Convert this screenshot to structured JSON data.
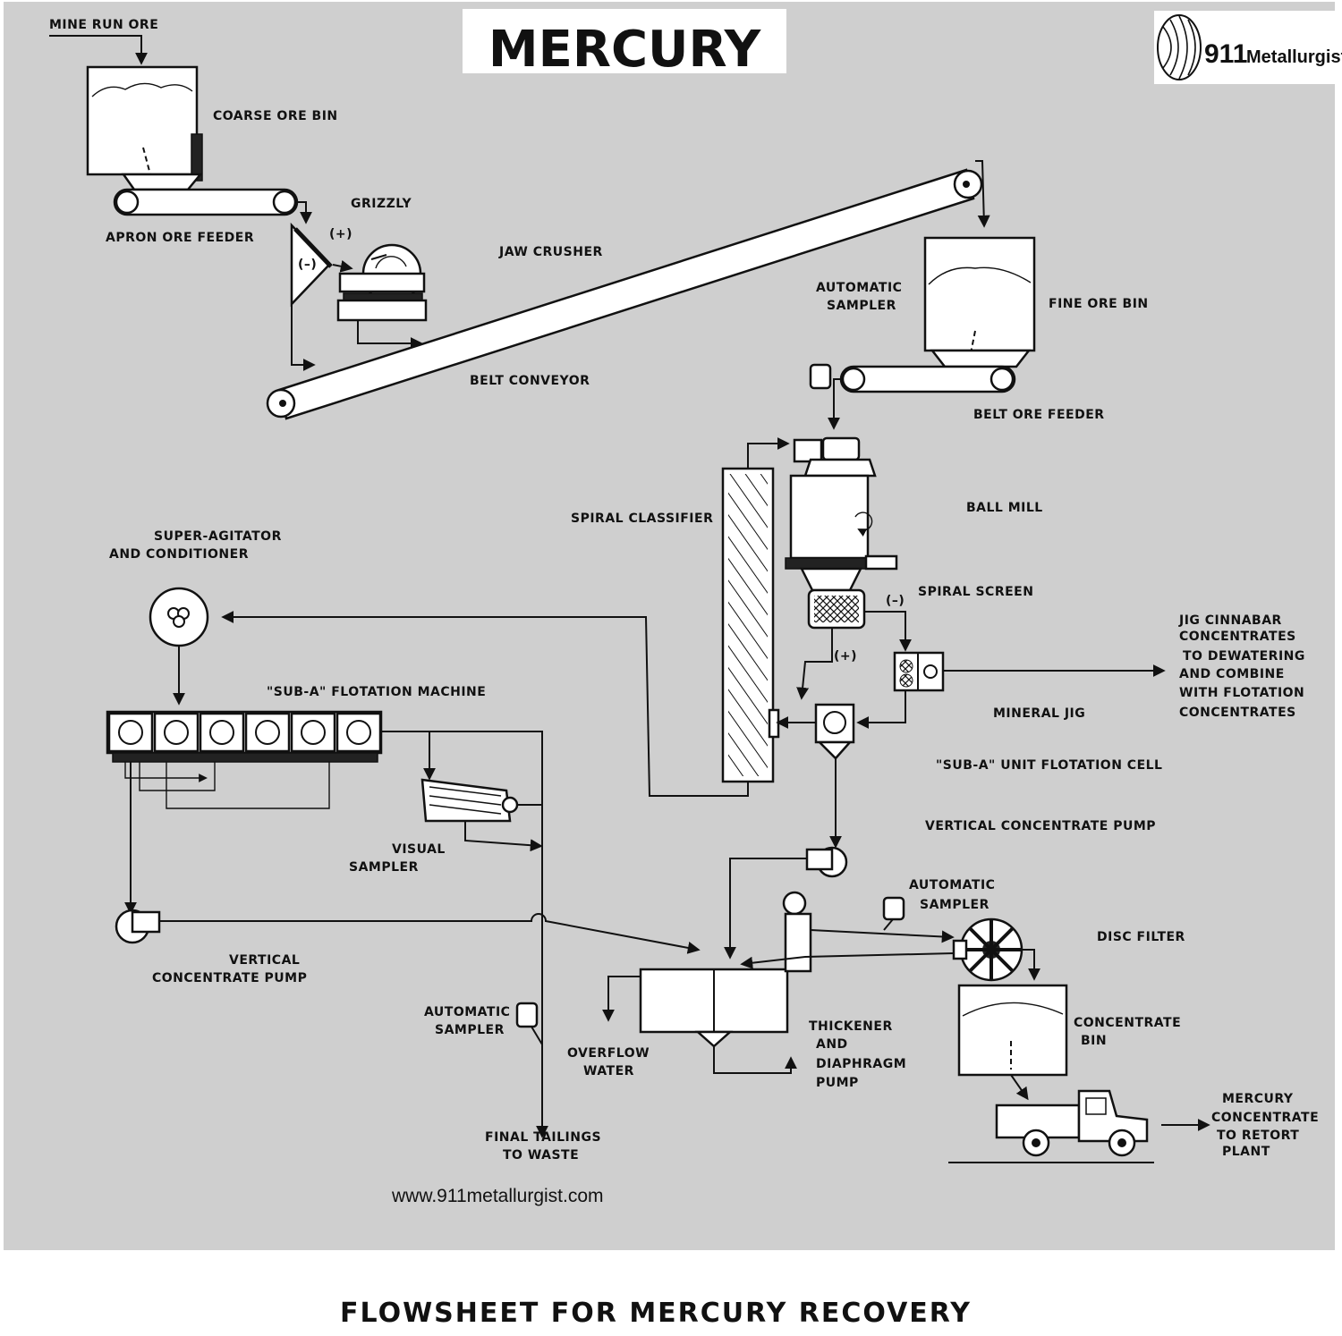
{
  "title": "MERCURY",
  "caption": "FLOWSHEET FOR MERCURY RECOVERY",
  "website": "www.911metallurgist.com",
  "logo": {
    "number": "911",
    "word": "Metallurgist"
  },
  "labels": {
    "mine_run_ore": "MINE RUN ORE",
    "coarse_ore_bin": "COARSE ORE BIN",
    "grizzly": "GRIZZLY",
    "apron_ore_feeder": "APRON ORE FEEDER",
    "jaw_crusher": "JAW CRUSHER",
    "belt_conveyor": "BELT CONVEYOR",
    "automatic_sampler_1_l1": "AUTOMATIC",
    "automatic_sampler_1_l2": "SAMPLER",
    "fine_ore_bin": "FINE ORE BIN",
    "belt_ore_feeder": "BELT ORE FEEDER",
    "spiral_classifier": "SPIRAL CLASSIFIER",
    "ball_mill": "BALL MILL",
    "spiral_screen": "SPIRAL SCREEN",
    "super_agitator_l1": "SUPER-AGITATOR",
    "super_agitator_l2": "AND CONDITIONER",
    "jig_l1": "JIG   CINNABAR",
    "jig_l2": "CONCENTRATES",
    "jig_l3": "TO DEWATERING",
    "jig_l4": "AND COMBINE",
    "jig_l5": "WITH  FLOTATION",
    "jig_l6": "CONCENTRATES",
    "flotation_machine": "\"SUB-A\" FLOTATION MACHINE",
    "mineral_jig": "MINERAL JIG",
    "unit_flotation_cell": "\"SUB-A\" UNIT FLOTATION CELL",
    "vertical_pump_right": "VERTICAL CONCENTRATE PUMP",
    "visual_sampler_l1": "VISUAL",
    "visual_sampler_l2": "SAMPLER",
    "automatic_sampler_2_l1": "AUTOMATIC",
    "automatic_sampler_2_l2": "SAMPLER",
    "disc_filter": "DISC FILTER",
    "vertical_pump_left_l1": "VERTICAL",
    "vertical_pump_left_l2": "CONCENTRATE PUMP",
    "automatic_sampler_3_l1": "AUTOMATIC",
    "automatic_sampler_3_l2": "SAMPLER",
    "overflow_water_l1": "OVERFLOW",
    "overflow_water_l2": "WATER",
    "thickener_l1": "THICKENER",
    "thickener_l2": "AND",
    "thickener_l3": "DIAPHRAGM",
    "thickener_l4": "PUMP",
    "concentrate_bin_l1": "CONCENTRATE",
    "concentrate_bin_l2": "BIN",
    "final_tailings_l1": "FINAL TAILINGS",
    "final_tailings_l2": "TO WASTE",
    "mercury_conc_l1": "MERCURY",
    "mercury_conc_l2": "CONCENTRATE",
    "mercury_conc_l3": "TO  RETORT",
    "mercury_conc_l4": "PLANT",
    "grizzly_plus": "(+)",
    "grizzly_minus": "(–)",
    "screen_minus": "(–)",
    "screen_plus": "(+)"
  }
}
